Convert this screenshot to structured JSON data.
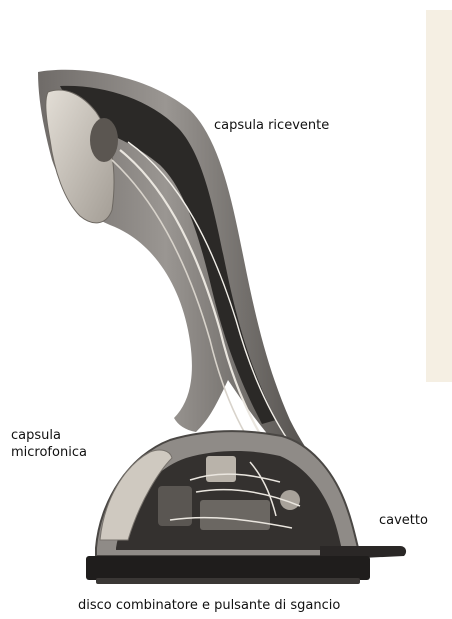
{
  "labels": {
    "receiver": "capsula ricevente",
    "microphone_line1": "capsula",
    "microphone_line2": "microfonica",
    "cable": "cavetto",
    "dial": "disco combinatore e pulsante di sgancio"
  },
  "colors": {
    "body_shell": "#8c8885",
    "body_dark": "#3e3b39",
    "inner_cavity": "#2b2927",
    "base": "#1f1d1c",
    "earpiece": "#c9c3ba",
    "wire": "#eae6df",
    "side_strip": "#f5efe3"
  }
}
